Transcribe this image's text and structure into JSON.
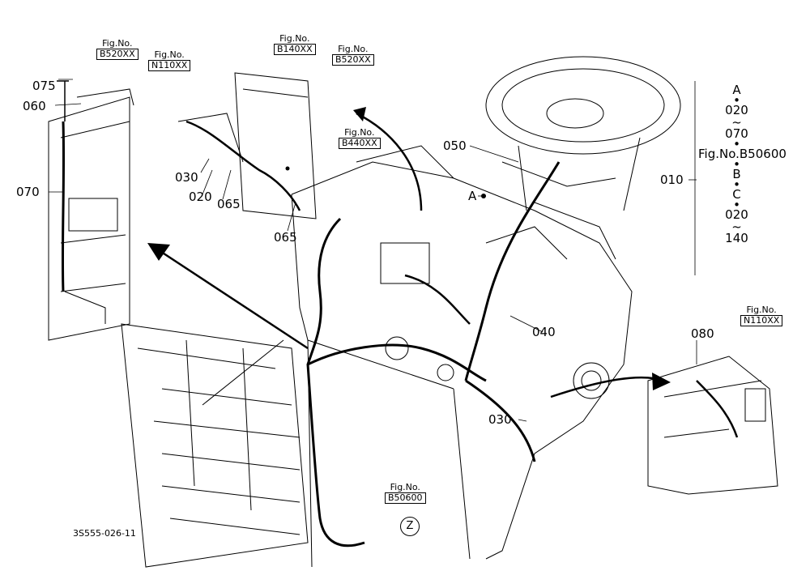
{
  "callouts": {
    "c075": "075",
    "c060": "060",
    "c070": "070",
    "c030a": "030",
    "c020": "020",
    "c065a": "065",
    "c065b": "065",
    "c050": "050",
    "cA": "A",
    "c010": "010",
    "c040": "040",
    "c080": "080",
    "c030b": "030"
  },
  "fig_refs": {
    "fig_label": "Fig.No.",
    "r1": "B520XX",
    "r2": "N110XX",
    "r3": "B140XX",
    "r4": "B520XX",
    "r5": "B440XX",
    "r6": "N110XX",
    "r7": "B50600"
  },
  "sequence": {
    "s1": "A",
    "s2": "•",
    "s3": "020",
    "s4": "~",
    "s5": "070",
    "s6": "•",
    "s7": "Fig.No.B50600",
    "s8": "•",
    "s9": "B",
    "s10": "•",
    "s11": "C",
    "s12": "•",
    "s13": "020",
    "s14": "~",
    "s15": "140"
  },
  "view_marker": "Z",
  "footer_code": "3S555-026-11"
}
